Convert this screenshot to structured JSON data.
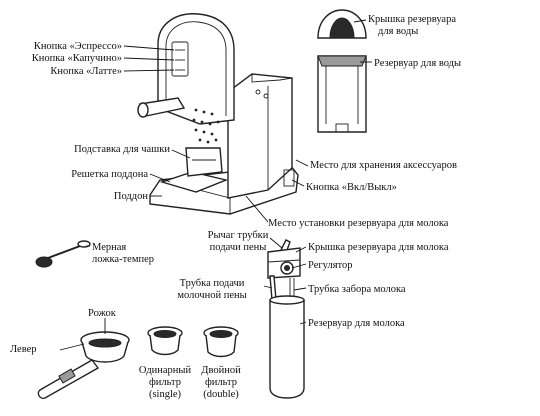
{
  "labels": {
    "espresso_button": "Кнопка «Эспрессо»",
    "cappuccino_button": "Кнопка «Капучино»",
    "latte_button": "Кнопка «Латте»",
    "cup_stand": "Подставка для чашки",
    "drip_grate": "Решетка поддона",
    "drip_tray": "Поддон",
    "tamper_line1": "Мерная",
    "tamper_line2": "ложка-темпер",
    "portafilter": "Рожок",
    "lever": "Левер",
    "single_filter_line1": "Одинарный",
    "single_filter_line2": "фильтр",
    "single_filter_line3": "(single)",
    "double_filter_line1": "Двойной",
    "double_filter_line2": "фильтр",
    "double_filter_line3": "(double)",
    "tank_lid_line1": "Крышка резервуара",
    "tank_lid_line2": "для воды",
    "water_tank": "Резервуар для воды",
    "accessory_storage": "Место для хранения аксессуаров",
    "power_button": "Кнопка «Вкл/Выкл»",
    "milk_tank_mount": "Место установки резервуара для молока",
    "steam_lever_line1": "Рычаг трубки",
    "steam_lever_line2": "подачи пены",
    "milk_lid": "Крышка резервуара для молока",
    "regulator": "Регулятор",
    "froth_tube_line1": "Трубка подачи",
    "froth_tube_line2": "молочной пены",
    "milk_intake_tube": "Трубка забора молока",
    "milk_tank": "Резервуар для молока"
  }
}
